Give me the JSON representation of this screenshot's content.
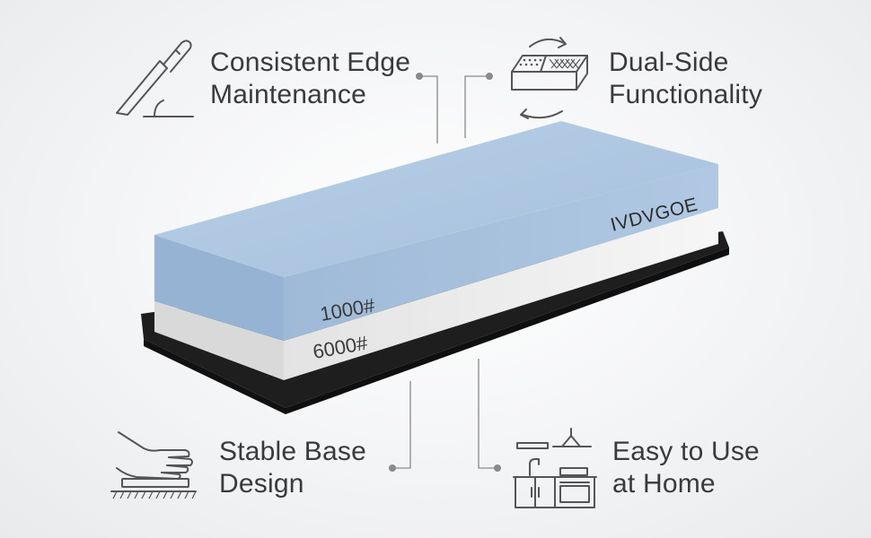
{
  "features": [
    {
      "line1": "Consistent Edge",
      "line2": "Maintenance",
      "icon": "knife-angle-icon"
    },
    {
      "line1": "Dual-Side",
      "line2": "Functionality",
      "icon": "whetstone-flip-icon"
    },
    {
      "line1": "Stable Base",
      "line2": "Design",
      "icon": "hand-press-icon"
    },
    {
      "line1": "Easy to Use",
      "line2": "at Home",
      "icon": "kitchen-icon"
    }
  ],
  "stone": {
    "brand": "IVDVGOE",
    "top_grit": "1000#",
    "bottom_grit": "6000#",
    "colors": {
      "top": "#a9c3df",
      "bottom": "#ececec",
      "base": "#1b1b1b"
    }
  }
}
